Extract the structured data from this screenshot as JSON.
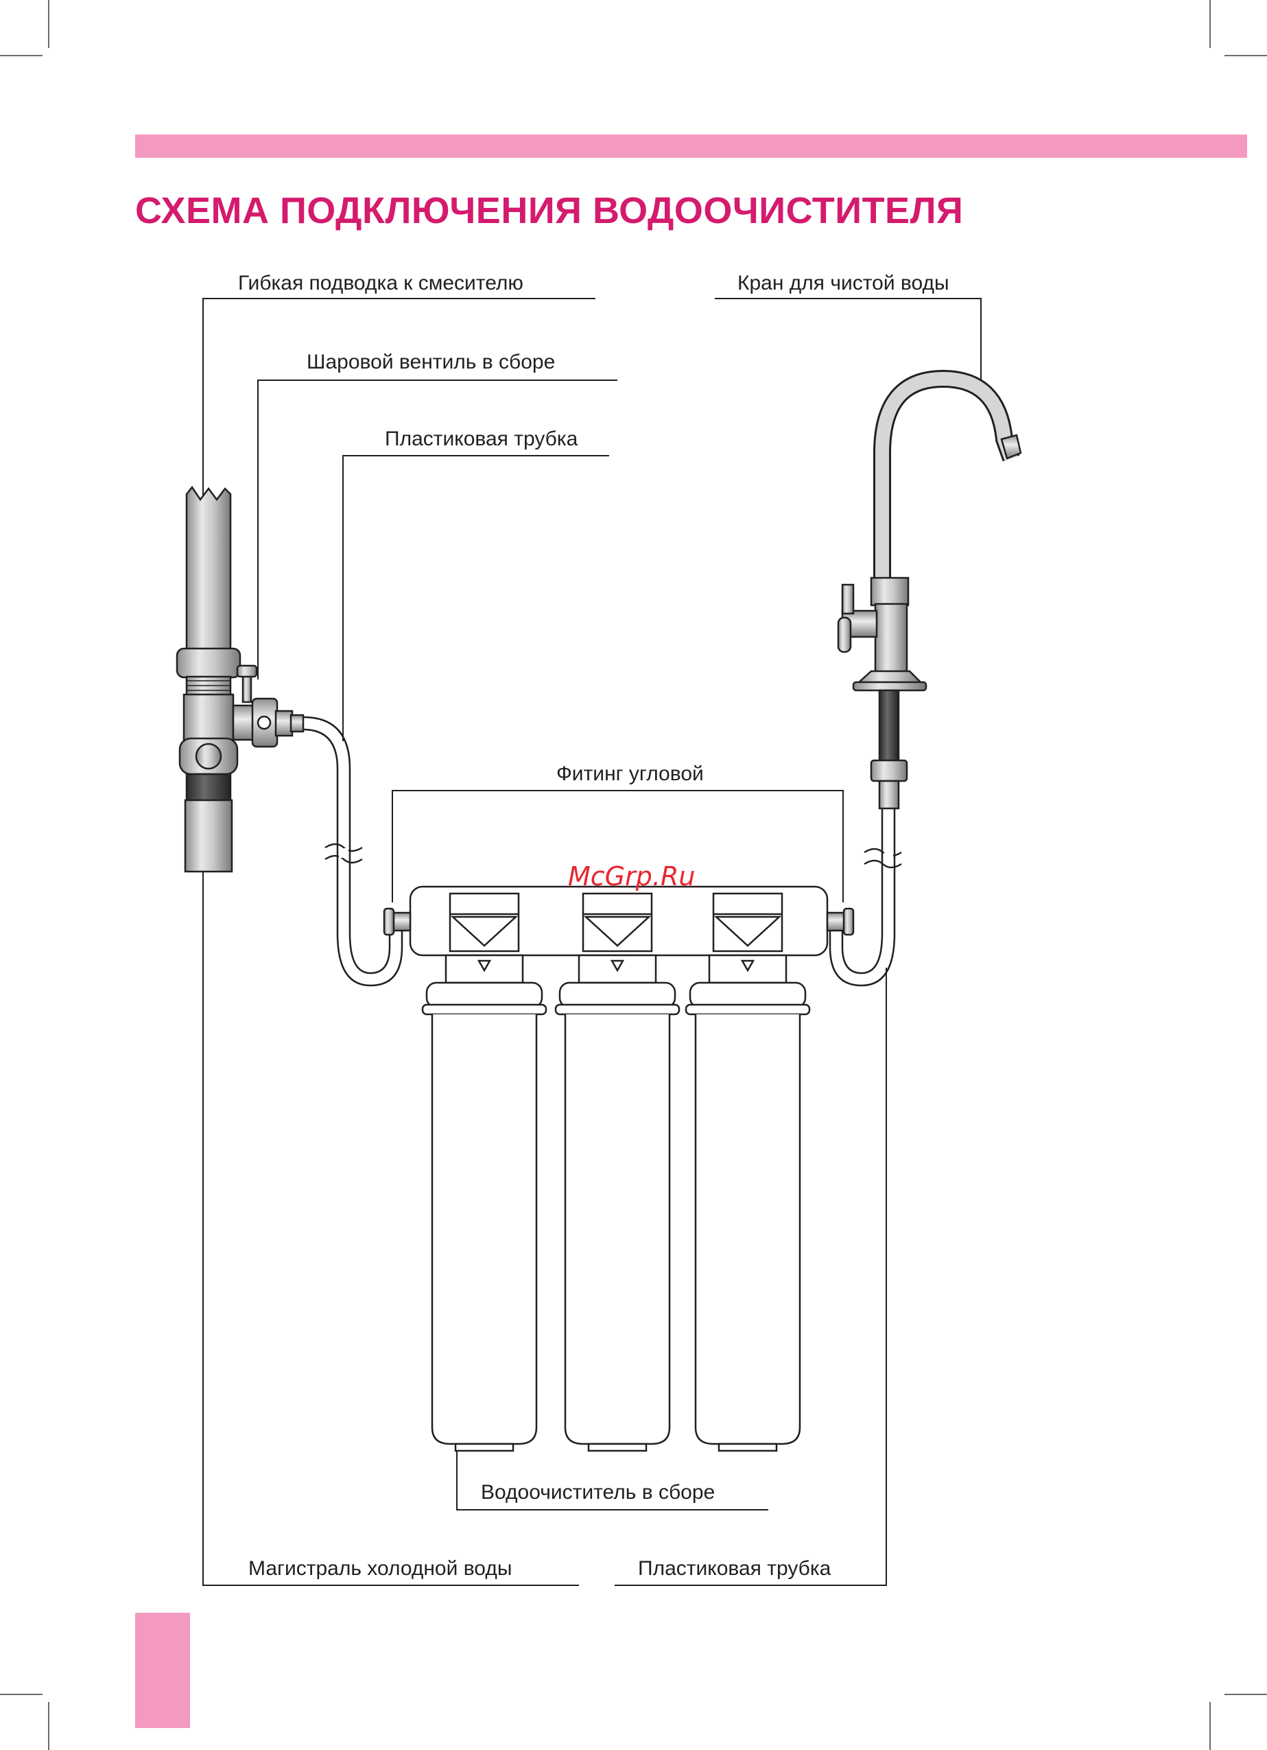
{
  "title": "СХЕМА ПОДКЛЮЧЕНИЯ ВОДООЧИСТИТЕЛЯ",
  "watermark": "McGrp.Ru",
  "labels": {
    "flexible_hose": "Гибкая подводка к смесителю",
    "ball_valve": "Шаровой вентиль в сборе",
    "plastic_tube_top": "Пластиковая трубка",
    "faucet": "Кран для чистой воды",
    "angle_fitting": "Фитинг угловой",
    "filter_assembly": "Водоочиститель в сборе",
    "cold_water_main": "Магистраль холодной воды",
    "plastic_tube_bottom": "Пластиковая трубка"
  },
  "colors": {
    "accent_band": "#f49ac1",
    "title": "#d41b6d",
    "text": "#231f20",
    "watermark": "#e8262e",
    "line": "#231f20"
  }
}
